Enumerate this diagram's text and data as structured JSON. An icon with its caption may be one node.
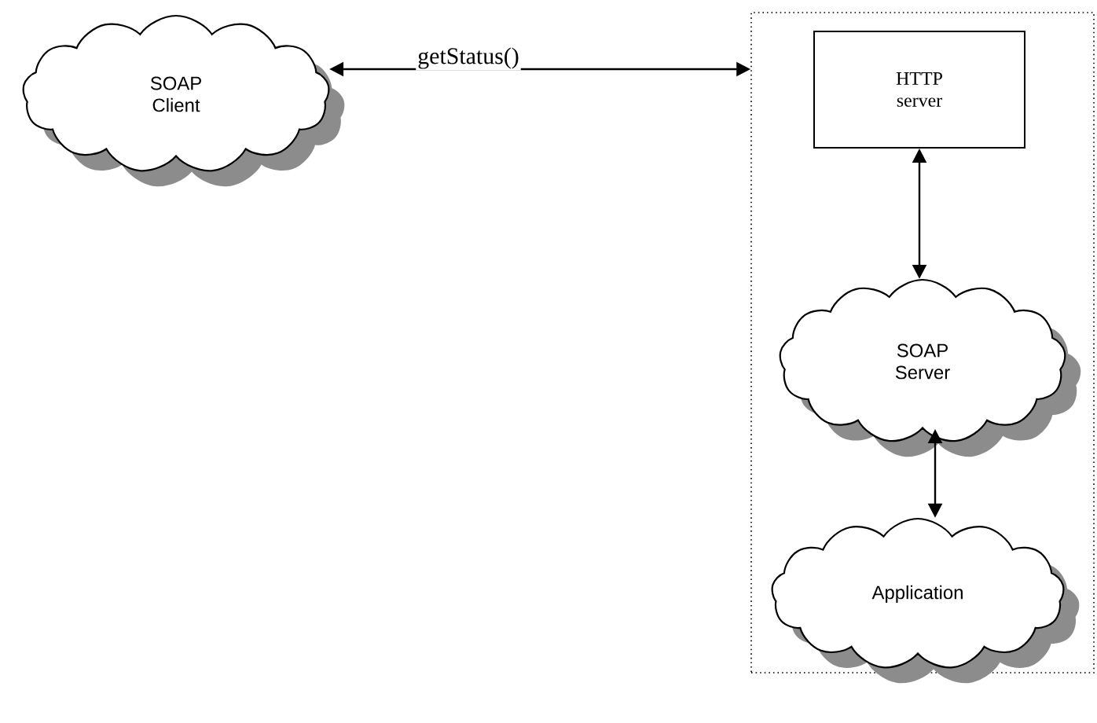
{
  "diagram": {
    "nodes": [
      {
        "text": [
          "SOAP Client"
        ]
      },
      {
        "text": [],
        "shape": "box"
      },
      {
        "text": [
          "HTTP server"
        ],
        "in": 1
      },
      {
        "text": [
          "SOAP Server"
        ],
        "in": 1
      },
      {
        "text": [
          "Application"
        ],
        "in": 1
      }
    ],
    "edges": [
      {
        "from": 0,
        "to": 1,
        "arrow": "both",
        "label": "getStatus()"
      },
      {
        "from": 2,
        "to": 3,
        "arrow": "both"
      },
      {
        "from": 3,
        "to": 4,
        "arrow": "both"
      }
    ]
  }
}
